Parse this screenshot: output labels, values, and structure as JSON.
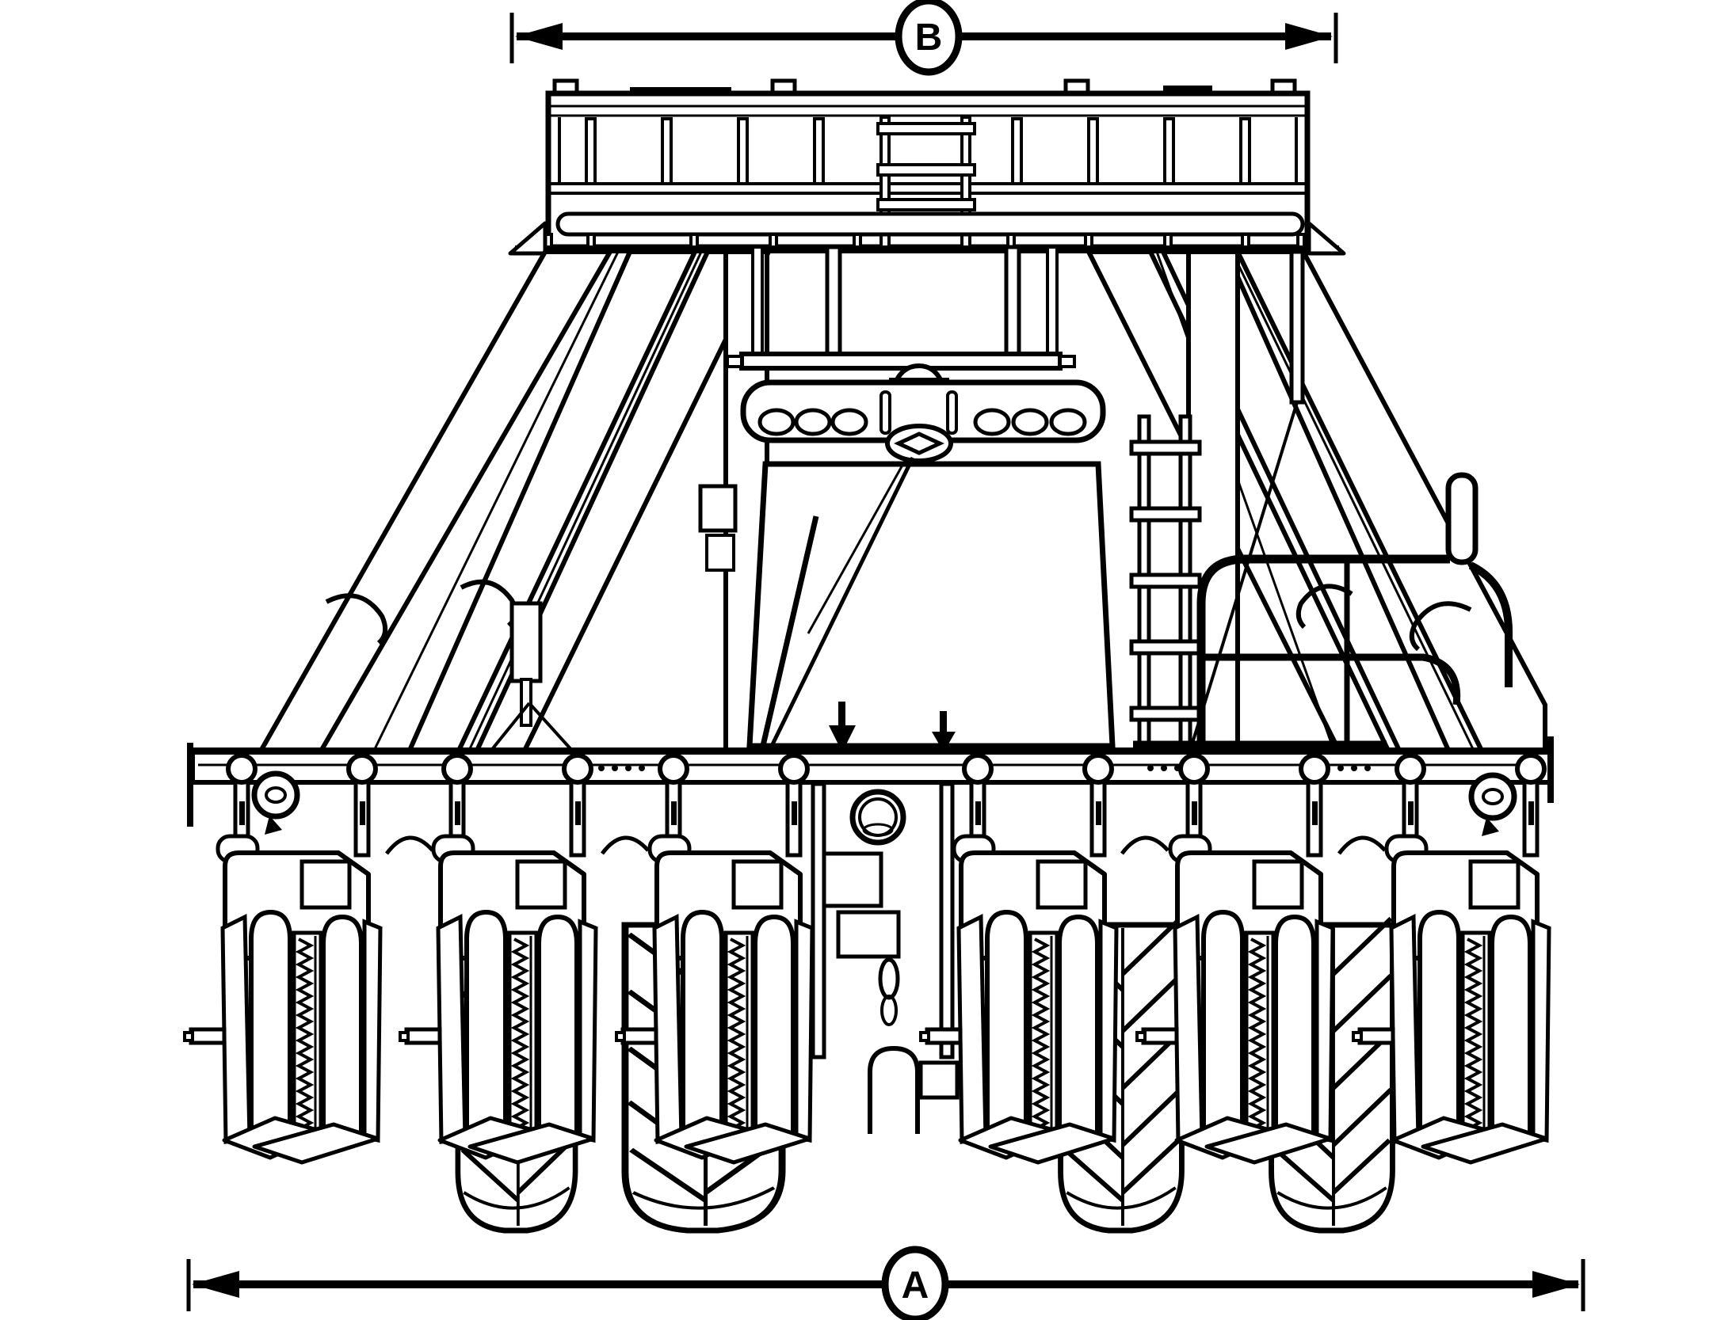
{
  "figure": {
    "type": "technical-line-drawing",
    "subject": "cotton picker front view with overall width dimension callouts",
    "background_color": "#ffffff",
    "line_color": "#000000"
  },
  "dimensions": {
    "upper": {
      "label": "B"
    },
    "lower": {
      "label": "A"
    }
  }
}
